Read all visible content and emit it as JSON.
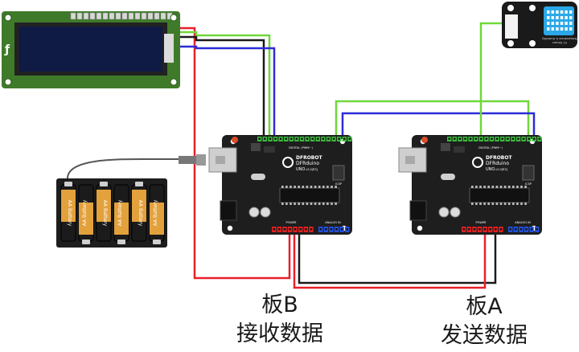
{
  "boards": {
    "board_b": {
      "name": "板B",
      "role": "接收数据"
    },
    "board_a": {
      "name": "板A",
      "role": "发送数据"
    },
    "brand_line1": "DFROBOT",
    "brand_line2": "DFRduino",
    "model": "UNO",
    "version": "v3.0[R3]",
    "digital_header": "DIGITAL (PWM~)",
    "power_header": "POWER",
    "analog_header": "ANALOG IN",
    "icsp": "ICSP"
  },
  "battery": {
    "cell_label": "AA Battery"
  },
  "sensor": {
    "label_line1": "Temperature & Humidity",
    "label_line2": "V1 Sensor"
  },
  "colors": {
    "wire_red": "#e8202a",
    "wire_black": "#1a1a1a",
    "wire_green": "#6fd83a",
    "wire_blue": "#2c2cd8",
    "board": "#1e1e1e",
    "header_green": "#3dbb3d",
    "header_red": "#e02020",
    "header_blue": "#2050e0",
    "lcd_pcb": "#3f7a2a",
    "lcd_screen": "#0f1a45",
    "sensor_blue": "#2aa8e8"
  }
}
